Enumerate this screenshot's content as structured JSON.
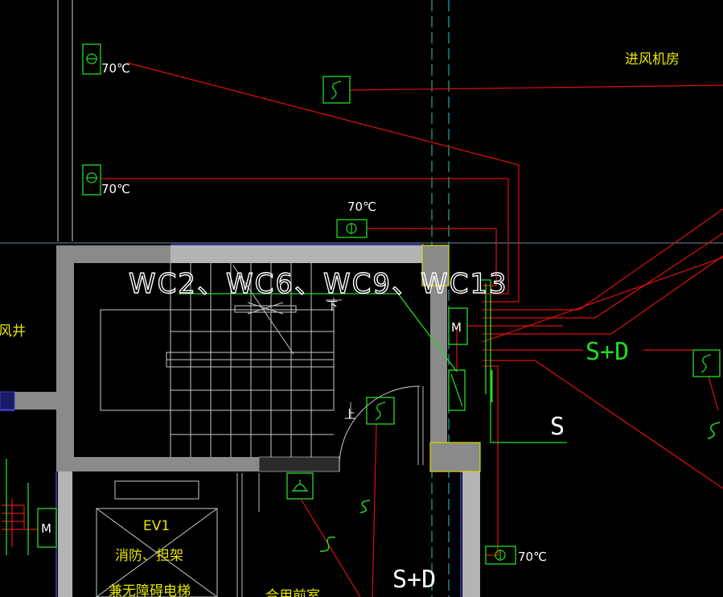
{
  "labels": {
    "room_intake_fan": "进风机房",
    "shaft": "风井",
    "stair_name": "WC2、WC6、WC9、WC13",
    "down_arrow": "下",
    "up_arrow": "上",
    "elevator_id": "EV1",
    "elevator_use_1": "消防、担架",
    "elevator_use_2": "兼无障碍电梯",
    "lobby": "合用前室",
    "s_d_right": "S+D",
    "s_d_bottom": "S+D",
    "s_mark": "S",
    "motor_1": "M",
    "motor_2": "M"
  },
  "fire_dampers": [
    {
      "temp": "70℃"
    },
    {
      "temp": "70℃"
    },
    {
      "temp": "70℃"
    },
    {
      "temp": "70℃"
    }
  ],
  "colors": {
    "background": "#000000",
    "wall": "#8a8a8a",
    "wall_light": "#b4b4b4",
    "wire_red": "#e01010",
    "device_green": "#22dd22",
    "text_yellow": "#e6e600",
    "axis_cyan": "#2aa6a6",
    "column_yellow": "#dcdc00"
  }
}
